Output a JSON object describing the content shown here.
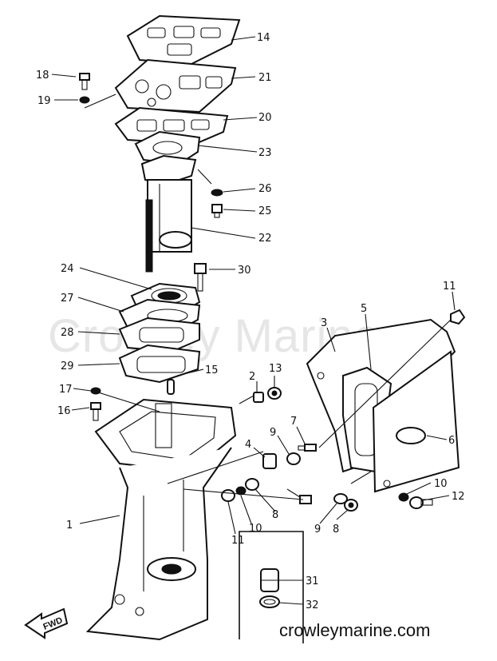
{
  "watermark": "Crowley Marine",
  "footer_text": "crowleymarine.com",
  "direction_label": "FWD",
  "callouts": [
    "14",
    "21",
    "18",
    "19",
    "20",
    "23",
    "26",
    "25",
    "22",
    "30",
    "24",
    "27",
    "28",
    "29",
    "11",
    "3",
    "5",
    "15",
    "2",
    "13",
    "17",
    "16",
    "7",
    "9",
    "4",
    "6",
    "10",
    "12",
    "8",
    "1",
    "10",
    "11",
    "9",
    "8",
    "31",
    "32"
  ]
}
